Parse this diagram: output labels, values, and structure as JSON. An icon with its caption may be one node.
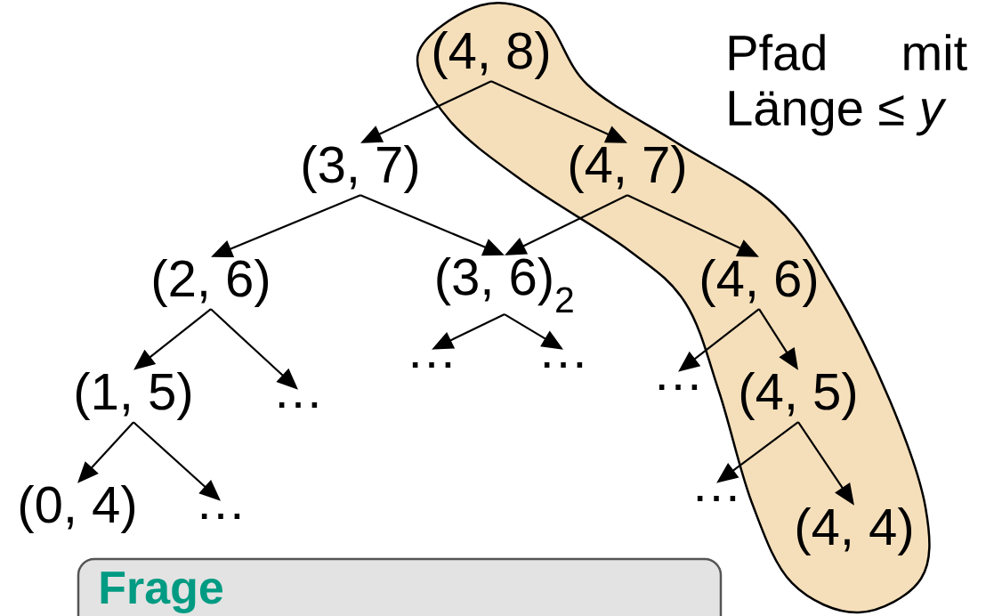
{
  "diagram": {
    "nodes": [
      {
        "text": [
          "Pfad mit Länge ≤ *y*"
        ]
      },
      {
        "text": [
          "(4, 8)"
        ],
        "in": 0
      },
      {
        "text": [
          "(3, 7)"
        ]
      },
      {
        "text": [
          "(4, 7)"
        ],
        "in": 0
      },
      {
        "text": [
          "(2, 6)"
        ]
      },
      {
        "text": [
          "(3, 6)$_{2}$"
        ]
      },
      {
        "text": [
          "(4, 6)"
        ],
        "in": 0
      },
      {
        "text": [
          "(1, 5)"
        ]
      },
      {
        "text": [
          "…"
        ]
      },
      {
        "text": [
          "…"
        ]
      },
      {
        "text": [
          "…"
        ]
      },
      {
        "text": [
          "…"
        ]
      },
      {
        "text": [
          "(4, 5)"
        ],
        "in": 0
      },
      {
        "text": [
          "(0, 4)"
        ]
      },
      {
        "text": [
          "…"
        ]
      },
      {
        "text": [
          "…"
        ]
      },
      {
        "text": [
          "(4, 4)"
        ],
        "in": 0
      },
      {
        "text": [
          "Frage"
        ]
      }
    ],
    "edges": [
      {
        "from": 1,
        "to": 2,
        "arrow": "to"
      },
      {
        "from": 1,
        "to": 3,
        "arrow": "to"
      },
      {
        "from": 2,
        "to": 4,
        "arrow": "to"
      },
      {
        "from": 2,
        "to": 5,
        "arrow": "to"
      },
      {
        "from": 3,
        "to": 5,
        "arrow": "to"
      },
      {
        "from": 3,
        "to": 6,
        "arrow": "to"
      },
      {
        "from": 4,
        "to": 7,
        "arrow": "to"
      },
      {
        "from": 4,
        "to": 8,
        "arrow": "to"
      },
      {
        "from": 5,
        "to": 9,
        "arrow": "to"
      },
      {
        "from": 5,
        "to": 10,
        "arrow": "to"
      },
      {
        "from": 6,
        "to": 11,
        "arrow": "to"
      },
      {
        "from": 6,
        "to": 12,
        "arrow": "to"
      },
      {
        "from": 7,
        "to": 13,
        "arrow": "to"
      },
      {
        "from": 7,
        "to": 14,
        "arrow": "to"
      },
      {
        "from": 12,
        "to": 15,
        "arrow": "to"
      },
      {
        "from": 12,
        "to": 16,
        "arrow": "to"
      }
    ]
  }
}
